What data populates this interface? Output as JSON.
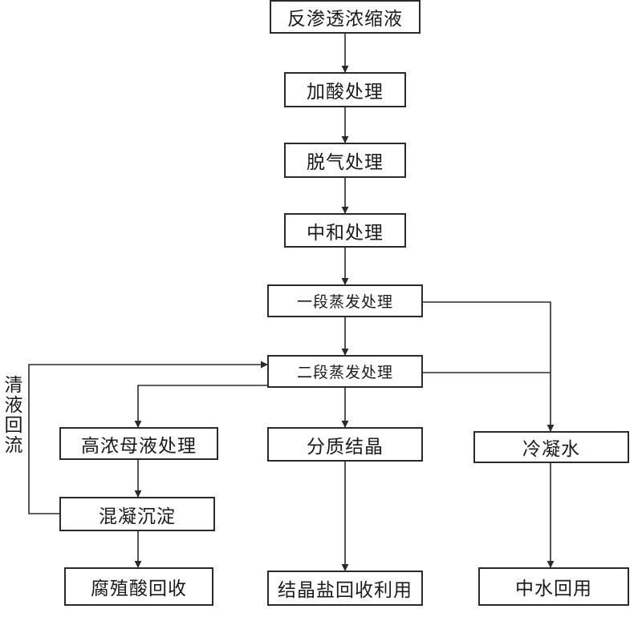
{
  "nodes": {
    "ro_concentrate": "反渗透浓缩液",
    "acid_treatment": "加酸处理",
    "degassing": "脱气处理",
    "neutralization": "中和处理",
    "stage1_evaporation": "一段蒸发处理",
    "stage2_evaporation": "二段蒸发处理",
    "mother_liquor": "高浓母液处理",
    "crystallization": "分质结晶",
    "condensate": "冷凝水",
    "coagulation": "混凝沉淀",
    "humic_acid_recovery": "腐殖酸回收",
    "salt_recovery": "结晶盐回收利用",
    "water_reuse": "中水回用"
  },
  "side_label": "清液回流",
  "colors": {
    "line": "#2a2a2a",
    "text": "#1a1a1a",
    "background": "#ffffff"
  }
}
